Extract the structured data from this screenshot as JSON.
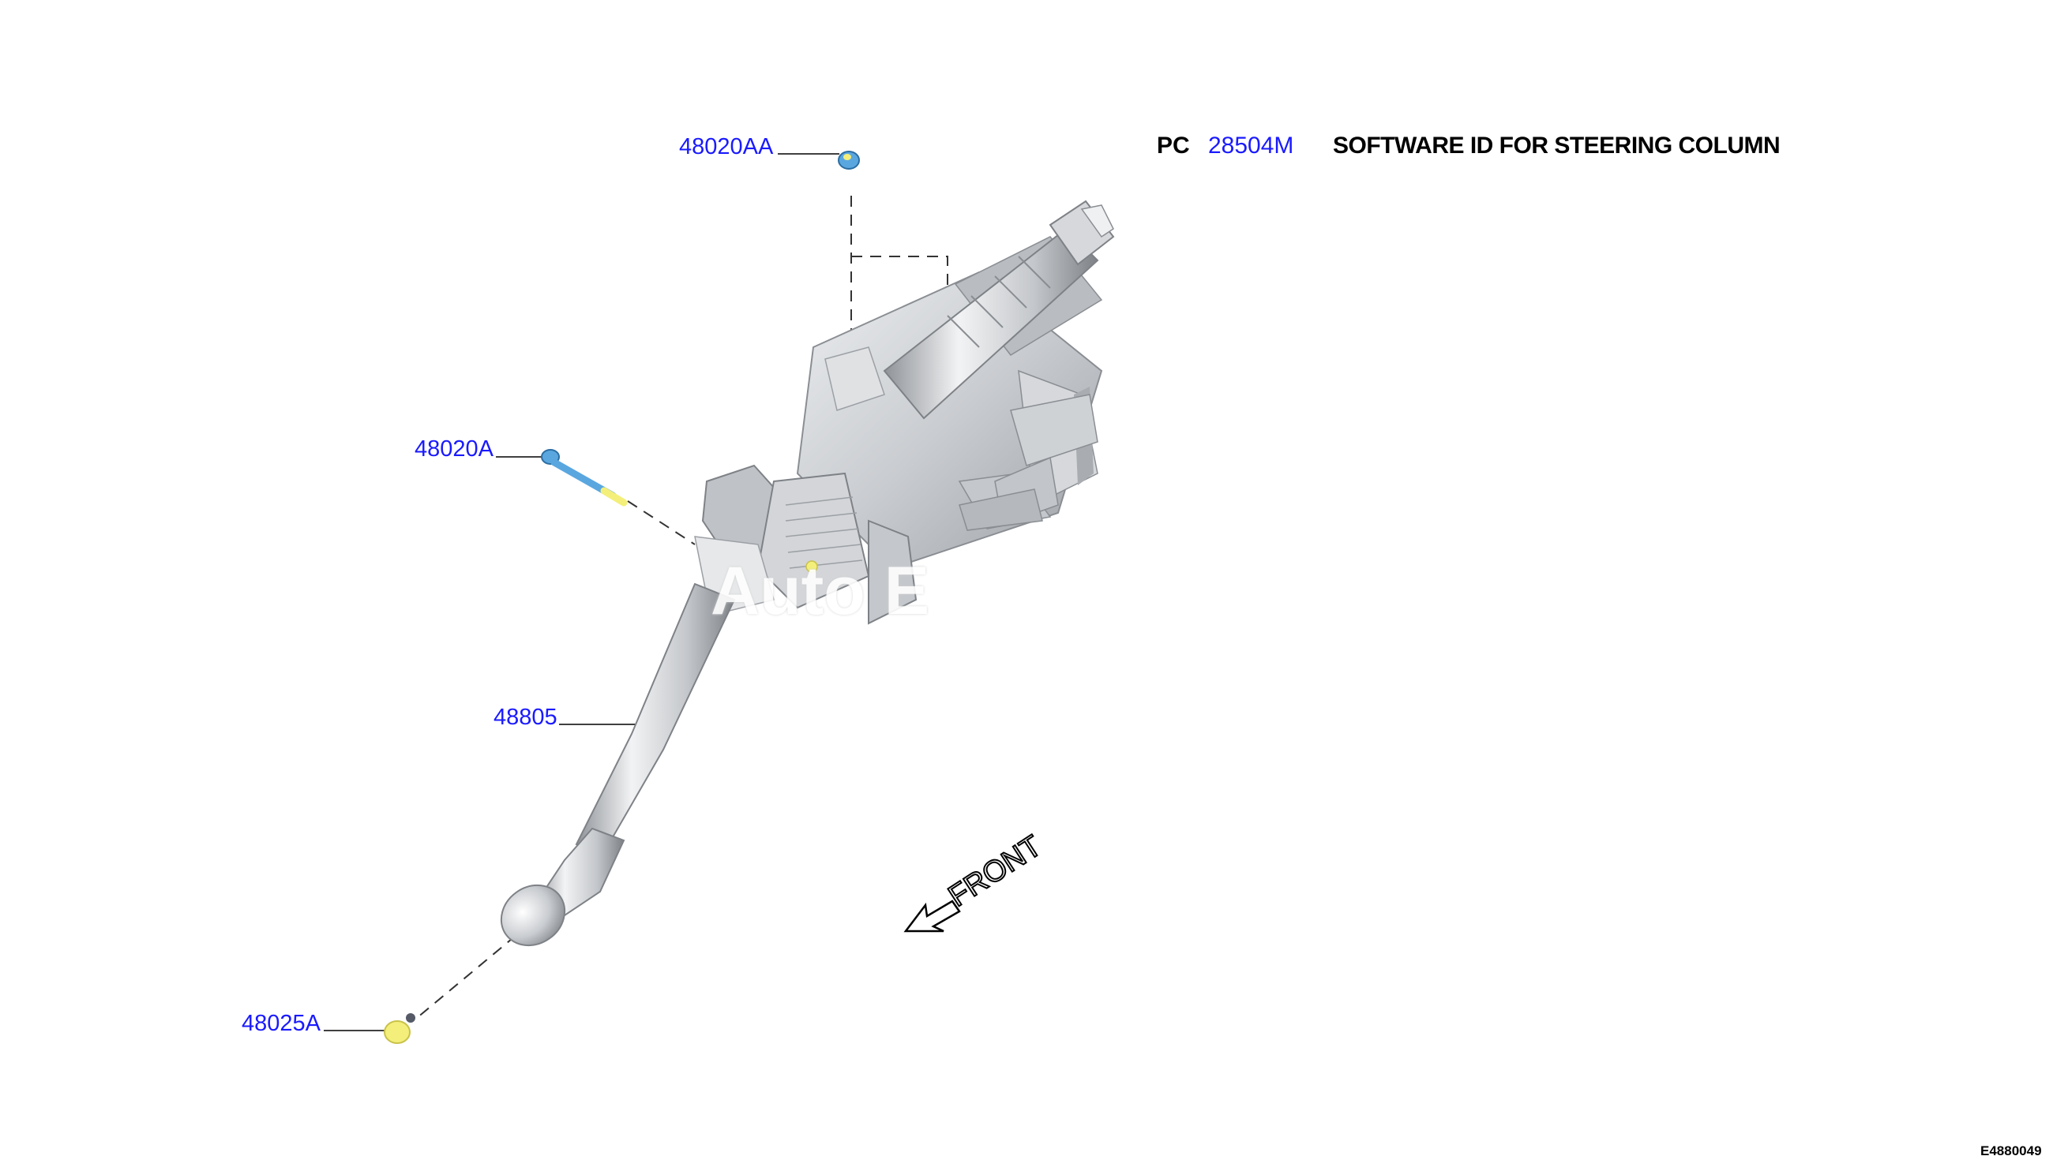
{
  "callouts": {
    "c48020AA": "48020AA",
    "c48020A": "48020A",
    "c48805": "48805",
    "c48025A": "48025A"
  },
  "header": {
    "pc_label": "PC",
    "pc_number": "28504M",
    "pc_description": "SOFTWARE ID FOR STEERING COLUMN"
  },
  "front_label": "FRONT",
  "watermark": "Auto E",
  "figure_id": "E4880049",
  "colors": {
    "callout_text": "#1a1aff",
    "part_body": "#c9ccd0",
    "bolt_blue": "#5aa7e0",
    "fastener_yellow": "#f3ef7a"
  }
}
